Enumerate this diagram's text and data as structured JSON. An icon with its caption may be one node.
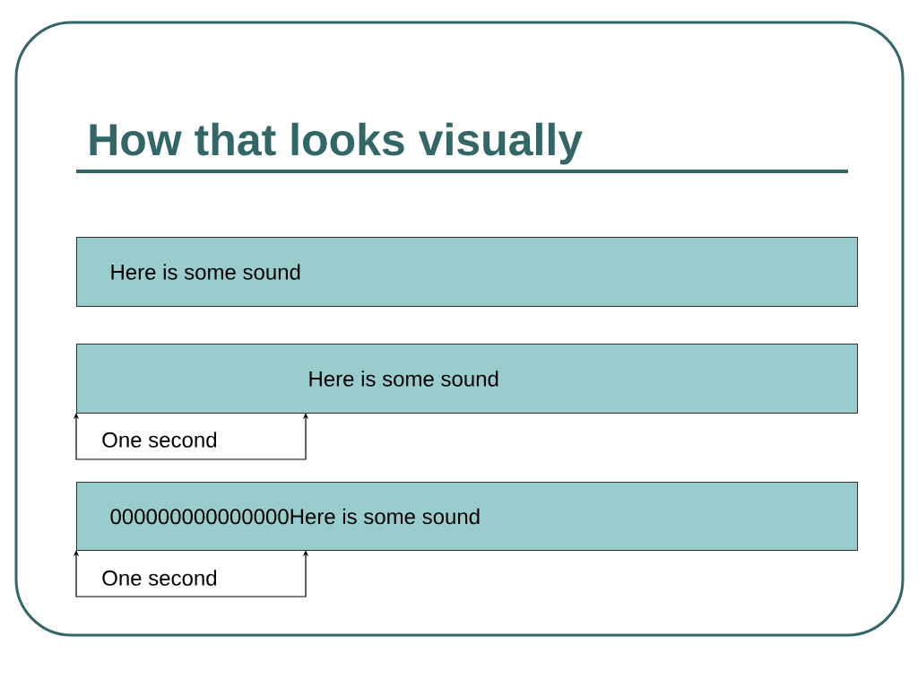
{
  "diagram": {
    "title": "How that looks visually",
    "nodes": [
      {
        "text": [
          "Here is some sound"
        ]
      },
      {
        "text": [
          "Here is some sound"
        ],
        "beside": [
          "One second"
        ]
      },
      {
        "text": [
          "000000000000000Here is some sound"
        ],
        "beside": [
          "One second"
        ]
      }
    ]
  }
}
